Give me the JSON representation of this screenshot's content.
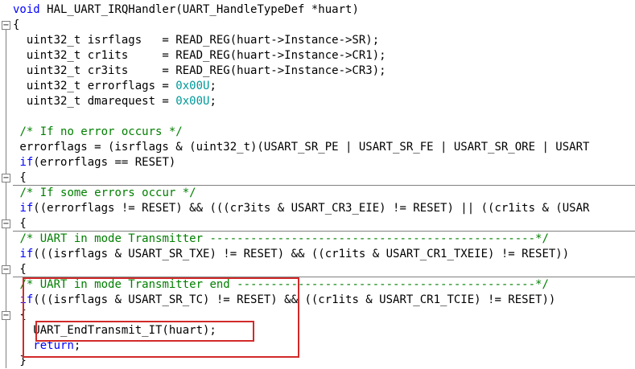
{
  "code_lines": [
    {
      "parts": [
        {
          "t": "void",
          "c": "kw"
        },
        {
          "t": " HAL_UART_IRQHandler(UART_HandleTypeDef *huart)"
        }
      ]
    },
    {
      "parts": [
        {
          "t": "{"
        }
      ]
    },
    {
      "parts": [
        {
          "t": "  uint32_t isrflags   = READ_REG(huart->Instance->SR);"
        }
      ]
    },
    {
      "parts": [
        {
          "t": "  uint32_t cr1its     = READ_REG(huart->Instance->CR1);"
        }
      ]
    },
    {
      "parts": [
        {
          "t": "  uint32_t cr3its     = READ_REG(huart->Instance->CR3);"
        }
      ]
    },
    {
      "parts": [
        {
          "t": "  uint32_t errorflags = "
        },
        {
          "t": "0x00U",
          "c": "num"
        },
        {
          "t": ";"
        }
      ]
    },
    {
      "parts": [
        {
          "t": "  uint32_t dmarequest = "
        },
        {
          "t": "0x00U",
          "c": "num"
        },
        {
          "t": ";"
        }
      ]
    },
    {
      "parts": [
        {
          "t": ""
        }
      ]
    },
    {
      "parts": [
        {
          "t": " "
        },
        {
          "t": "/* If no error occurs */",
          "c": "cm"
        }
      ]
    },
    {
      "parts": [
        {
          "t": " errorflags = (isrflags & (uint32_t)(USART_SR_PE | USART_SR_FE | USART_SR_ORE | USART"
        }
      ]
    },
    {
      "parts": [
        {
          "t": " "
        },
        {
          "t": "if",
          "c": "kw"
        },
        {
          "t": "(errorflags == RESET)"
        }
      ]
    },
    {
      "parts": [
        {
          "t": " {"
        }
      ]
    },
    {
      "parts": [
        {
          "t": " "
        },
        {
          "t": "/* If some errors occur */",
          "c": "cm"
        }
      ]
    },
    {
      "parts": [
        {
          "t": " "
        },
        {
          "t": "if",
          "c": "kw"
        },
        {
          "t": "((errorflags != RESET) && (((cr3its & USART_CR3_EIE) != RESET) || ((cr1its & (USAR"
        }
      ]
    },
    {
      "parts": [
        {
          "t": " {"
        }
      ]
    },
    {
      "parts": [
        {
          "t": " "
        },
        {
          "t": "/* UART in mode Transmitter ------------------------------------------------*/",
          "c": "cm"
        }
      ]
    },
    {
      "parts": [
        {
          "t": " "
        },
        {
          "t": "if",
          "c": "kw"
        },
        {
          "t": "(((isrflags & USART_SR_TXE) != RESET) && ((cr1its & USART_CR1_TXEIE) != RESET))"
        }
      ]
    },
    {
      "parts": [
        {
          "t": " {"
        }
      ]
    },
    {
      "parts": [
        {
          "t": " "
        },
        {
          "t": "/* UART in mode Transmitter end --------------------------------------------*/",
          "c": "cm"
        }
      ]
    },
    {
      "parts": [
        {
          "t": " "
        },
        {
          "t": "if",
          "c": "kw"
        },
        {
          "t": "(((isrflags & USART_SR_TC) != RESET) && ((cr1its & USART_CR1_TCIE) != RESET))"
        }
      ]
    },
    {
      "parts": [
        {
          "t": " {"
        }
      ]
    },
    {
      "parts": [
        {
          "t": "   UART_EndTransmit_IT(huart);"
        }
      ]
    },
    {
      "parts": [
        {
          "t": "   "
        },
        {
          "t": "return",
          "c": "kw"
        },
        {
          "t": ";"
        }
      ]
    },
    {
      "parts": [
        {
          "t": " }"
        }
      ]
    }
  ],
  "colors": {
    "keyword": "#0000ff",
    "number": "#009999",
    "comment": "#008000",
    "highlight_box": "#d22a2a"
  },
  "fold_markers": [
    {
      "line": 1,
      "symbol": "⊟"
    },
    {
      "line": 11,
      "symbol": "⊟"
    },
    {
      "line": 14,
      "symbol": "⊟"
    },
    {
      "line": 17,
      "symbol": "⊟"
    },
    {
      "line": 20,
      "symbol": "⊟"
    }
  ]
}
